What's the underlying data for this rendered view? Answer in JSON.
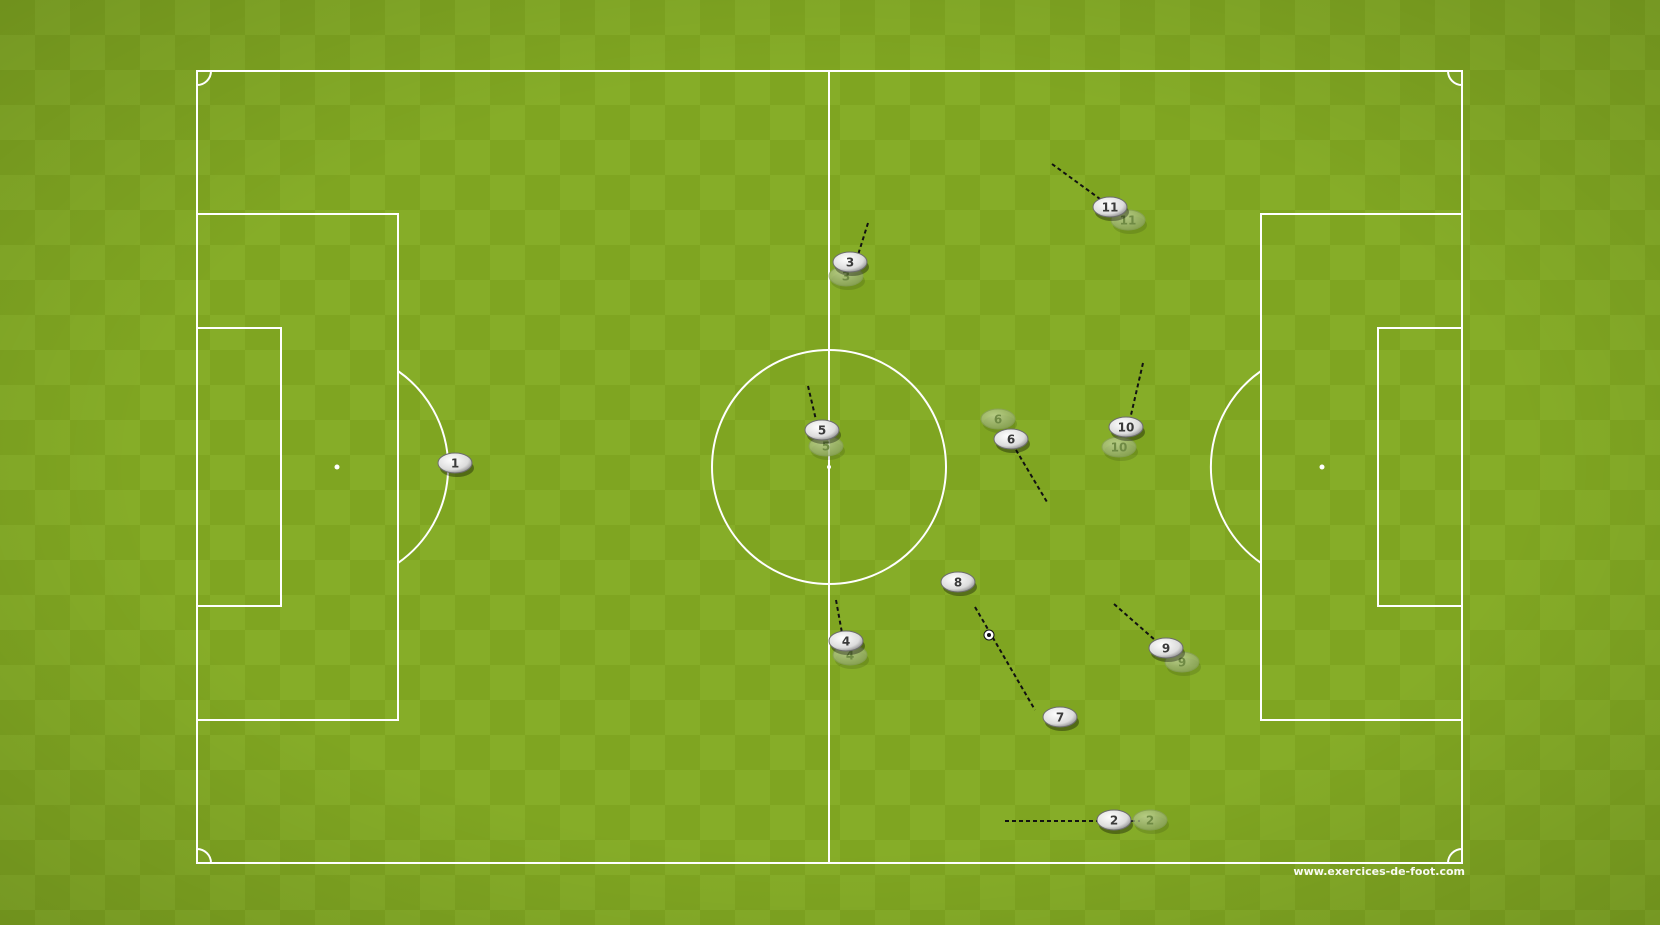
{
  "diagram": {
    "credit": "www.exercices-de-foot.com",
    "colors": {
      "grass_light": "#8cb22c",
      "grass_dark": "#7a9f22",
      "line": "#ffffff",
      "player": "#f4f4f4",
      "player_ghost": "#b3c98a",
      "movement_line": "#111111"
    },
    "players": [
      {
        "number": "1",
        "ghost": false
      },
      {
        "number": "2",
        "ghost": true
      },
      {
        "number": "3",
        "ghost": true
      },
      {
        "number": "4",
        "ghost": true
      },
      {
        "number": "5",
        "ghost": true
      },
      {
        "number": "6",
        "ghost": true
      },
      {
        "number": "7",
        "ghost": false
      },
      {
        "number": "8",
        "ghost": false
      },
      {
        "number": "9",
        "ghost": true
      },
      {
        "number": "10",
        "ghost": true
      },
      {
        "number": "11",
        "ghost": true
      }
    ],
    "ball_icon": "soccer-ball-icon"
  }
}
